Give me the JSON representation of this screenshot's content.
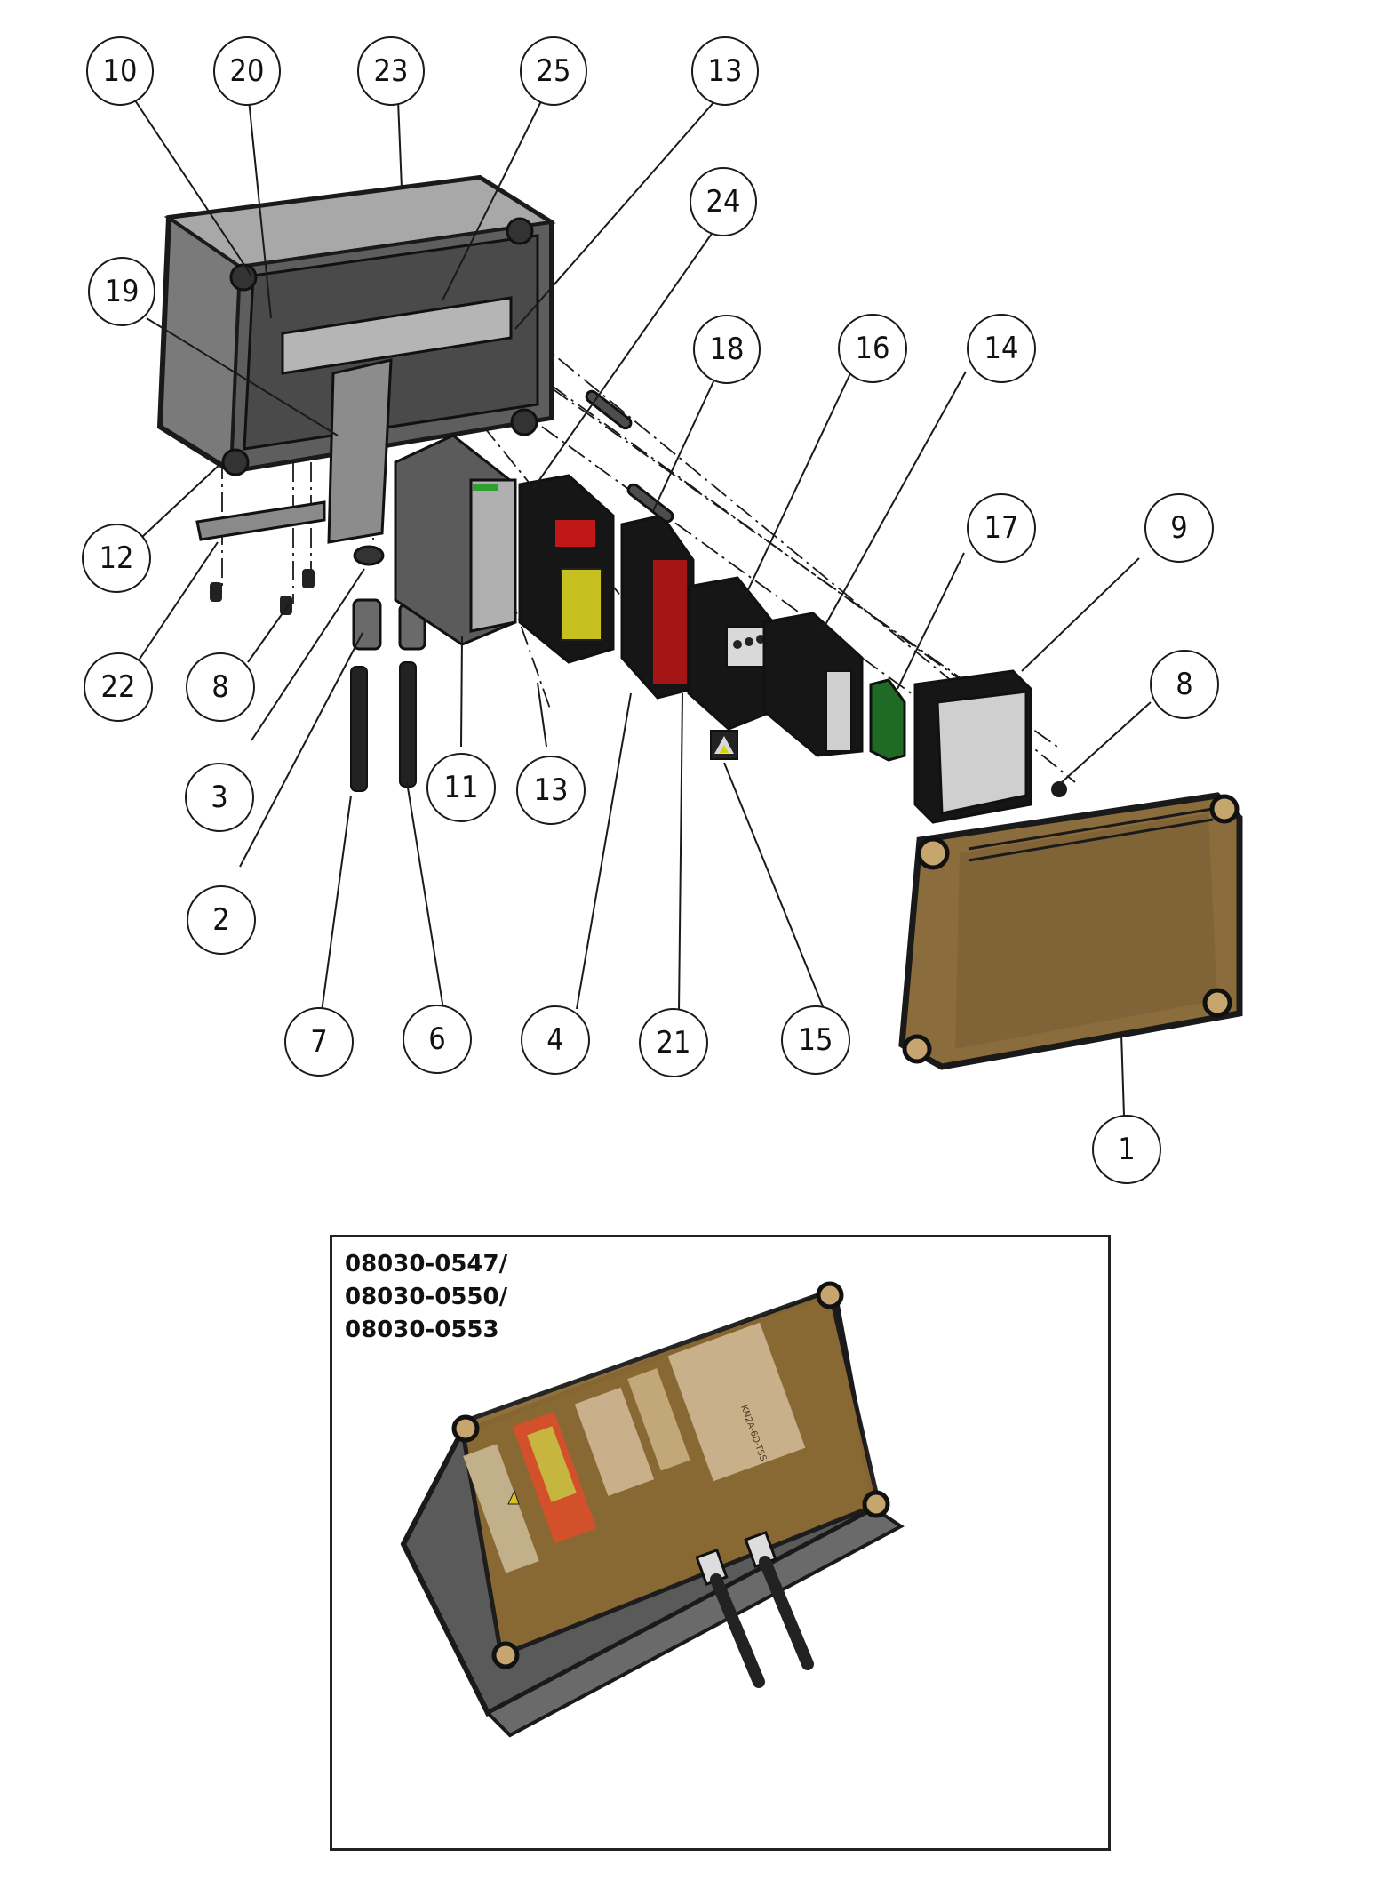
{
  "diagram": {
    "type": "exploded-parts-view",
    "subject": "Electrical enclosure assembly",
    "callouts": [
      {
        "id": "c10",
        "label": "10"
      },
      {
        "id": "c20",
        "label": "20"
      },
      {
        "id": "c23",
        "label": "23"
      },
      {
        "id": "c25",
        "label": "25"
      },
      {
        "id": "c13a",
        "label": "13"
      },
      {
        "id": "c24",
        "label": "24"
      },
      {
        "id": "c19",
        "label": "19"
      },
      {
        "id": "c18",
        "label": "18"
      },
      {
        "id": "c16",
        "label": "16"
      },
      {
        "id": "c14",
        "label": "14"
      },
      {
        "id": "c17",
        "label": "17"
      },
      {
        "id": "c9",
        "label": "9"
      },
      {
        "id": "c12",
        "label": "12"
      },
      {
        "id": "c22",
        "label": "22"
      },
      {
        "id": "c8a",
        "label": "8"
      },
      {
        "id": "c8b",
        "label": "8"
      },
      {
        "id": "c3",
        "label": "3"
      },
      {
        "id": "c11",
        "label": "11"
      },
      {
        "id": "c13b",
        "label": "13"
      },
      {
        "id": "c2",
        "label": "2"
      },
      {
        "id": "c7",
        "label": "7"
      },
      {
        "id": "c6",
        "label": "6"
      },
      {
        "id": "c4",
        "label": "4"
      },
      {
        "id": "c21",
        "label": "21"
      },
      {
        "id": "c15",
        "label": "15"
      },
      {
        "id": "c1",
        "label": "1"
      }
    ]
  },
  "inset": {
    "part_numbers": [
      "08030-0547/",
      "08030-0550/",
      "08030-0553"
    ],
    "component_marking": "KN2A-6D-TSS"
  },
  "colors": {
    "enclosure_gray": "#6e6e6e",
    "lid_amber": "#8a6a3a",
    "relay_red": "#c01818",
    "label_yellow": "#c8c020",
    "indicator_green": "#2fa02f",
    "outline": "#1a1a1a"
  }
}
